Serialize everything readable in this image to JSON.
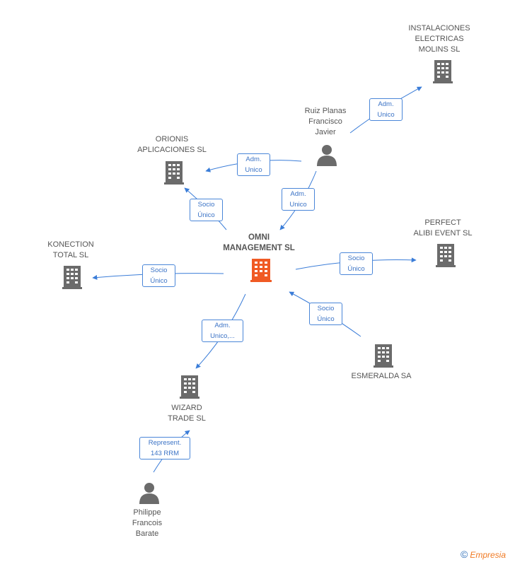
{
  "nodes": {
    "center": {
      "label": "OMNI\nMANAGEMENT SL",
      "icon": "building-icon",
      "color": "#f05a24"
    },
    "instalaciones": {
      "label": "INSTALACIONES\nELECTRICAS\nMOLINS SL",
      "icon": "building-icon"
    },
    "ruiz": {
      "label": "Ruiz Planas\nFrancisco\nJavier",
      "icon": "person-icon"
    },
    "orionis": {
      "label": "ORIONIS\nAPLICACIONES SL",
      "icon": "building-icon"
    },
    "perfect": {
      "label": "PERFECT\nALIBI EVENT SL",
      "icon": "building-icon"
    },
    "konection": {
      "label": "KONECTION\nTOTAL SL",
      "icon": "building-icon"
    },
    "esmeralda": {
      "label": "ESMERALDA SA",
      "icon": "building-icon"
    },
    "wizard": {
      "label": "WIZARD\nTRADE SL",
      "icon": "building-icon"
    },
    "philippe": {
      "label": "Philippe\nFrancois\nBarate",
      "icon": "person-icon"
    }
  },
  "edges": {
    "ruiz_instalaciones": "Adm.\nUnico",
    "ruiz_orionis": "Adm.\nUnico",
    "ruiz_center": "Adm.\nUnico",
    "center_orionis": "Socio\nÚnico",
    "center_perfect": "Socio\nÚnico",
    "center_konection": "Socio\nÚnico",
    "esmeralda_center": "Socio\nÚnico",
    "center_wizard": "Adm.\nUnico,...",
    "philippe_wizard": "Represent.\n143 RRM"
  },
  "colors": {
    "edge": "#3b7dd8",
    "icon": "#6b6b6b",
    "center": "#f05a24"
  },
  "brand": {
    "copyright": "©",
    "name": "Empresia"
  }
}
